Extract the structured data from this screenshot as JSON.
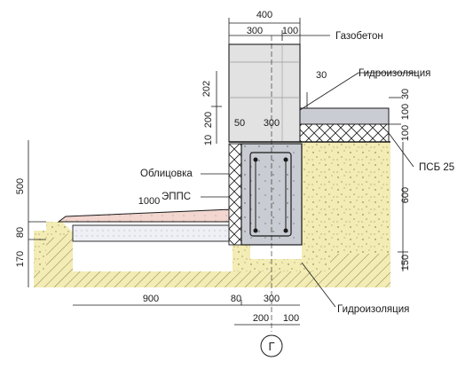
{
  "labels": {
    "gazobeton": "Газобетон",
    "gidro_top": "Гидроизоляция",
    "oblitsovka": "Облицовка",
    "epps": "ЭППС",
    "psb": "ПСБ 25",
    "gidro_bottom": "Гидроизоляция",
    "axis": "Г"
  },
  "dims": {
    "top_total": "400",
    "top_300": "300",
    "top_100": "100",
    "d202": "202",
    "d30": "30",
    "d10": "10",
    "d200l": "200",
    "d50": "50",
    "d300mid": "300",
    "r30": "30",
    "r100a": "100",
    "r100b": "100",
    "d500": "500",
    "d1000": "1000",
    "d600": "600",
    "d80": "80",
    "d170": "170",
    "d150": "150",
    "d900": "900",
    "b80": "80",
    "b300": "300",
    "b200": "200",
    "b100": "100"
  },
  "colors": {
    "soil": "#f3ecb4",
    "concrete": "#c9ccd2",
    "gazobeton": "#e2e2e2",
    "insulation": "#eef0f6",
    "paving": "#f2d6cf",
    "line": "#1a1a1a"
  }
}
